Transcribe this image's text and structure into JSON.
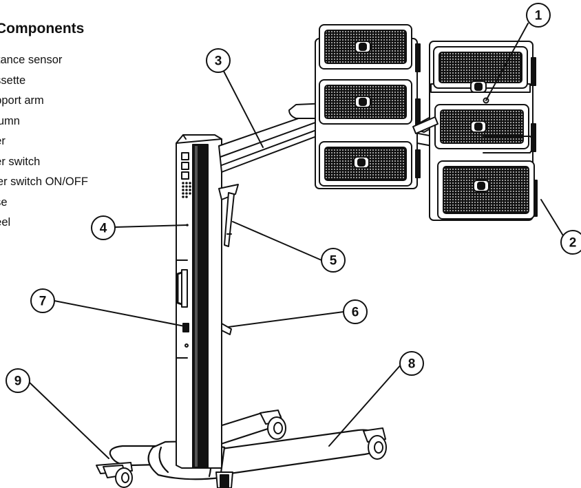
{
  "heading": "Components",
  "legend": [
    "istance sensor",
    "assette",
    "upport arm",
    "olumn",
    "fter",
    "fter switch",
    "wer switch ON/OFF",
    "ase",
    "heel"
  ],
  "callouts": [
    "1",
    "2",
    "3",
    "4",
    "5",
    "6",
    "7",
    "8",
    "9"
  ],
  "colors": {
    "line": "#111111",
    "fill": "#ffffff",
    "grille": "#555555"
  }
}
